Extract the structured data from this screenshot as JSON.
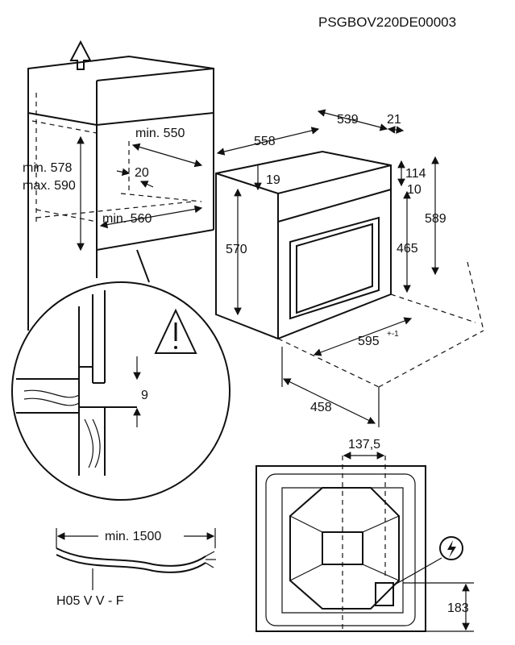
{
  "header": {
    "code": "PSGBOV220DE00003"
  },
  "niche": {
    "min_width_top": "min. 550",
    "min_width_bottom": "min. 560",
    "height_min": "min. 578",
    "height_max": "max. 590",
    "gap": "20"
  },
  "oven": {
    "depth_total": "558",
    "depth_body": "539",
    "front_thickness": "21",
    "top_offset": "19",
    "height_front": "570",
    "height_total": "589",
    "front_height": "465",
    "top_panel": "114",
    "top_gap": "10",
    "width": "595",
    "width_tolerance": "+-1",
    "base_depth": "458"
  },
  "detail": {
    "gap": "9",
    "warning_icon": "warning-triangle-icon"
  },
  "back_view": {
    "offset": "137,5",
    "socket_height": "183",
    "electric_icon": "lightning-icon"
  },
  "cable": {
    "min_length": "min. 1500",
    "type": "H05 V V - F"
  }
}
